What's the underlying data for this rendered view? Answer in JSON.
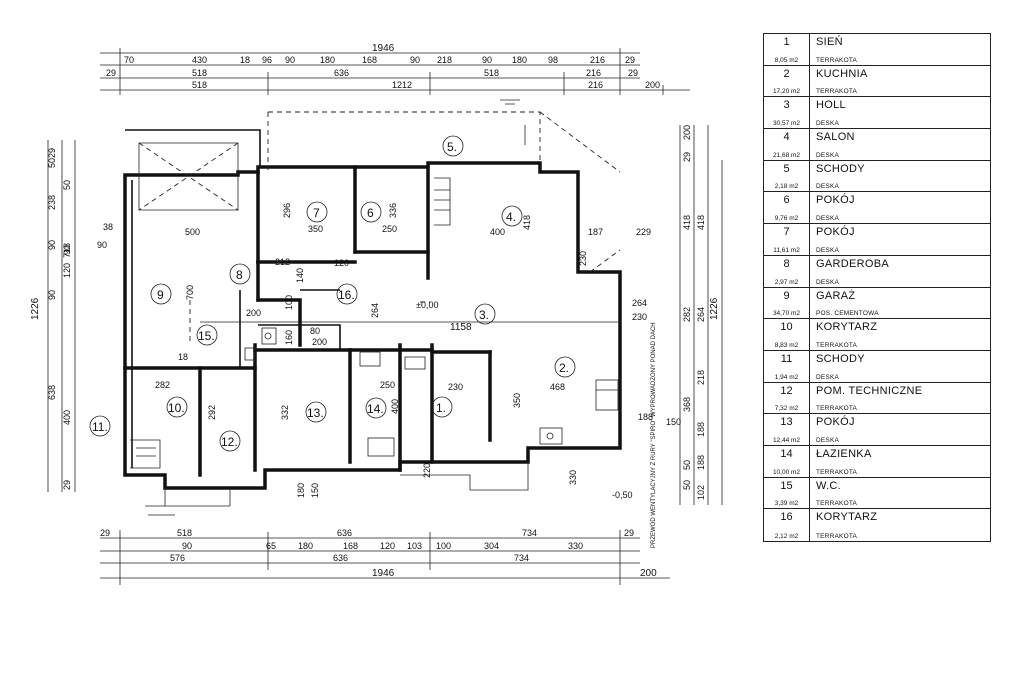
{
  "legend": [
    {
      "num": "1",
      "name": "SIEŃ",
      "area": "8,05 m2",
      "material": "TERRAKOTA"
    },
    {
      "num": "2",
      "name": "KUCHNIA",
      "area": "17,20 m2",
      "material": "TERRAKOTA"
    },
    {
      "num": "3",
      "name": "HOLL",
      "area": "30,57 m2",
      "material": "DESKA"
    },
    {
      "num": "4",
      "name": "SALON",
      "area": "21,68 m2",
      "material": "DESKA"
    },
    {
      "num": "5",
      "name": "SCHODY",
      "area": "2,18 m2",
      "material": "DESKA"
    },
    {
      "num": "6",
      "name": "POKÓJ",
      "area": "9,76 m2",
      "material": "DESKA"
    },
    {
      "num": "7",
      "name": "POKÓJ",
      "area": "11,61 m2",
      "material": "DESKA"
    },
    {
      "num": "8",
      "name": "GARDEROBA",
      "area": "2,97 m2",
      "material": "DESKA"
    },
    {
      "num": "9",
      "name": "GARAŻ",
      "area": "34,70 m2",
      "material": "POS. CEMENTOWA"
    },
    {
      "num": "10",
      "name": "KORYTARZ",
      "area": "8,83 m2",
      "material": "TERRAKOTA"
    },
    {
      "num": "11",
      "name": "SCHODY",
      "area": "1,94 m2",
      "material": "DESKA"
    },
    {
      "num": "12",
      "name": "POM. TECHNICZNE",
      "area": "7,32 m2",
      "material": "TERRAKOTA"
    },
    {
      "num": "13",
      "name": "POKÓJ",
      "area": "12,44 m2",
      "material": "DESKA"
    },
    {
      "num": "14",
      "name": "ŁAZIENKA",
      "area": "10,00 m2",
      "material": "TERRAKOTA"
    },
    {
      "num": "15",
      "name": "W.C.",
      "area": "3,39 m2",
      "material": "TERRAKOTA"
    },
    {
      "num": "16",
      "name": "KORYTARZ",
      "area": "2,12 m2",
      "material": "TERRAKOTA"
    }
  ],
  "plan": {
    "total_top": "1946",
    "total_bottom": "1946",
    "side_offset": "200",
    "left_total": "1226",
    "right_total": "1226",
    "inner_width": "1158",
    "level": "±0,00",
    "level_outside": "-0,50",
    "note": "PRZEWÓD WENTYLACYJNY Z RURY \"SPIRO\" WYPROWADZONY PONAD DACH",
    "top_row1": [
      "70",
      "430",
      "18",
      "96",
      "90",
      "180",
      "168",
      "90",
      "218",
      "90",
      "180",
      "98",
      "216",
      "29"
    ],
    "top_row2": [
      "29",
      "518",
      "636",
      "518",
      "216",
      "29"
    ],
    "top_row3": [
      "518",
      "1212",
      "216",
      "200"
    ],
    "bottom_row1": [
      "29",
      "518",
      "636",
      "734",
      "29"
    ],
    "bottom_row2": [
      "90",
      "65",
      "180",
      "168",
      "120",
      "103",
      "100",
      "304",
      "330"
    ],
    "bottom_row3": [
      "576",
      "636",
      "734"
    ],
    "left_dims": [
      "29",
      "50",
      "50",
      "238",
      "90",
      "120",
      "90",
      "90",
      "718",
      "638",
      "400",
      "29"
    ],
    "right_dims": [
      "29",
      "200",
      "418",
      "418",
      "282",
      "264",
      "218",
      "368",
      "188",
      "150",
      "188",
      "50",
      "102",
      "50"
    ],
    "room_labels": [
      "1.",
      "2.",
      "3.",
      "4.",
      "5.",
      "6",
      "7",
      "8",
      "9",
      "10.",
      "11.",
      "12.",
      "13.",
      "14.",
      "15.",
      "16."
    ],
    "inner_dims": [
      "500",
      "700",
      "350",
      "296",
      "250",
      "336",
      "400",
      "418",
      "187",
      "229",
      "264",
      "230",
      "282",
      "292",
      "332",
      "250",
      "400",
      "230",
      "350",
      "468",
      "140",
      "212",
      "160",
      "200",
      "80",
      "100",
      "120",
      "18",
      "38",
      "90",
      "200",
      "180",
      "150",
      "330",
      "220",
      "188",
      "264",
      "230"
    ]
  }
}
